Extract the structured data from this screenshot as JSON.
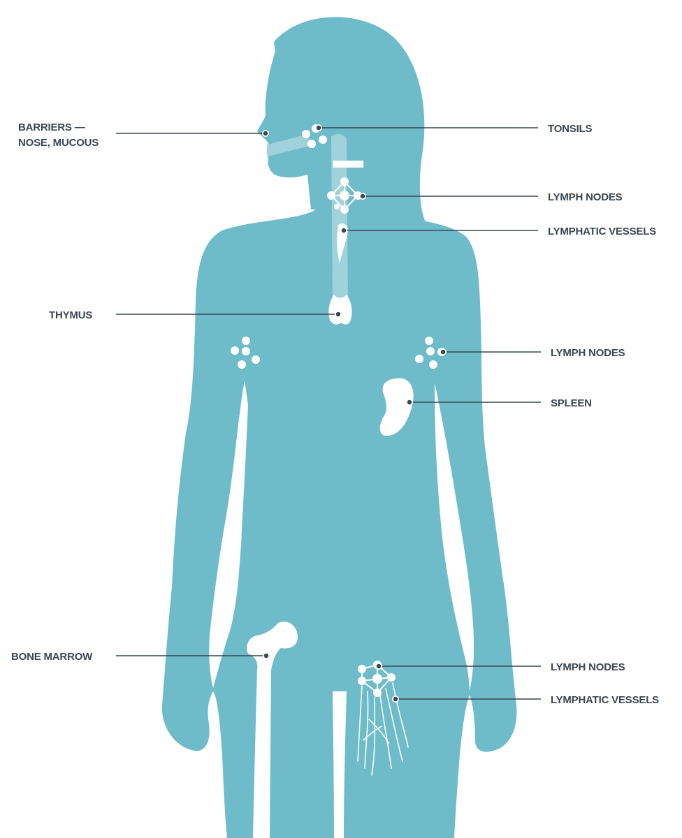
{
  "colors": {
    "body": "#6ebbc9",
    "organ": "#ffffff",
    "label_text": "#3a4654",
    "background": "#ffffff"
  },
  "labels": {
    "barriers_line1": "BARRIERS —",
    "barriers_line2": "NOSE, MUCOUS",
    "tonsils": "TONSILS",
    "lymph_nodes_neck": "LYMPH NODES",
    "lymphatic_vessels_neck": "LYMPHATIC VESSELS",
    "thymus": "THYMUS",
    "lymph_nodes_armpit": "LYMPH NODES",
    "spleen": "SPLEEN",
    "bone_marrow": "BONE MARROW",
    "lymph_nodes_groin": "LYMPH NODES",
    "lymphatic_vessels_groin": "LYMPHATIC VESSELS"
  }
}
